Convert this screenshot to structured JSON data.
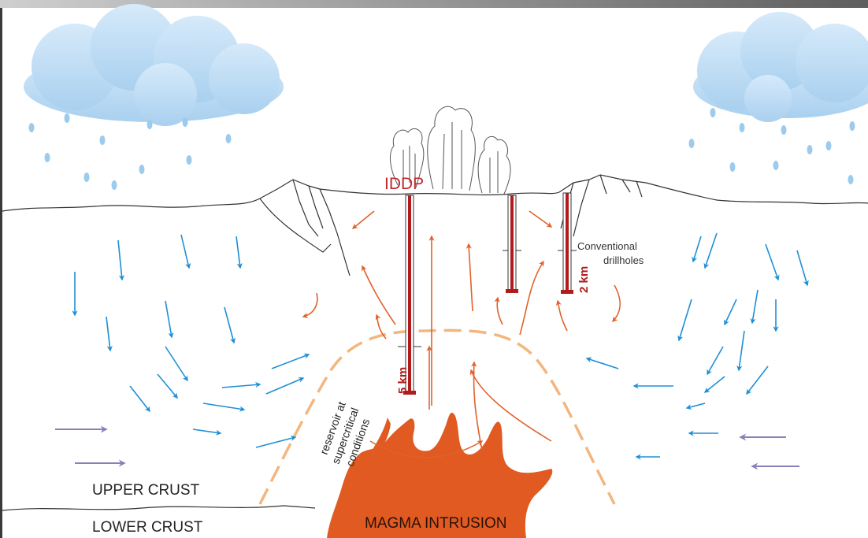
{
  "labels": {
    "iddp": "IDDP",
    "conventional": "Conventional",
    "drillholes": "drillholes",
    "depth_2km": "2 km",
    "depth_5km": "5 km",
    "reservoir_line1": "reservoir at",
    "reservoir_line2": "supercritical",
    "reservoir_line3": "conditions",
    "upper_crust": "UPPER CRUST",
    "lower_crust": "LOWER CRUST",
    "magma": "MAGMA INTRUSION"
  },
  "colors": {
    "meteoric_flow": "#1e8fd6",
    "hydrothermal_flow": "#e0622a",
    "lateral_inflow": "#8a7fb8",
    "drillhole": "#b01c1c",
    "magma": "#e05a22",
    "reservoir_boundary": "#f3b67e",
    "cloud": "#bfdcf3",
    "rain": "#9ccbed",
    "iddp_label": "#c0282c"
  }
}
